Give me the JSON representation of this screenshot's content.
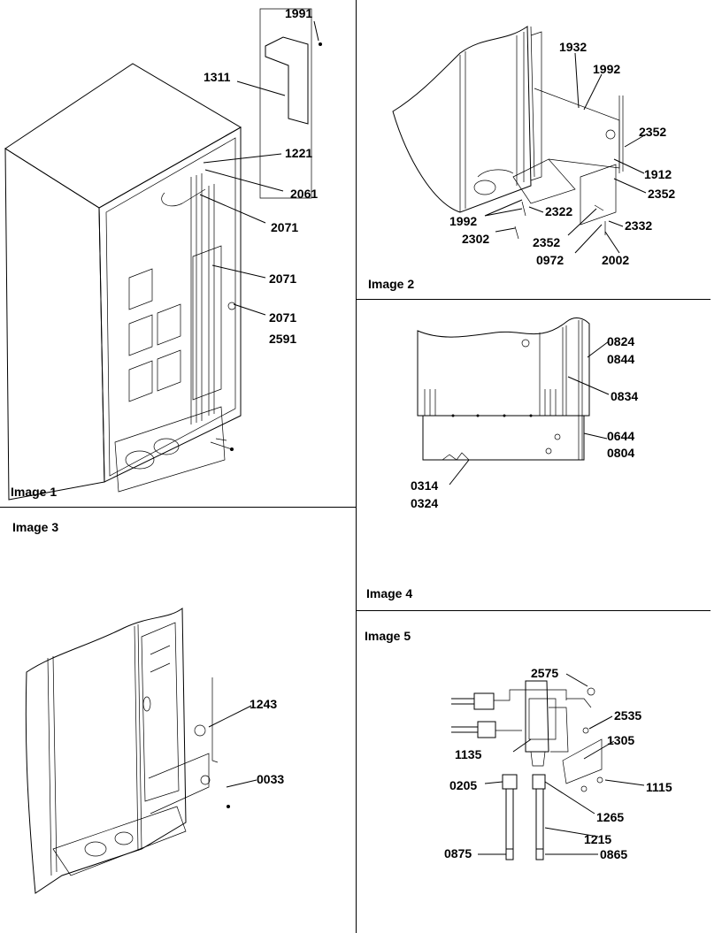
{
  "panels": [
    {
      "title": "Image 1",
      "labels": [
        "1991",
        "1311",
        "1221",
        "2061",
        "2071",
        "2071",
        "2071",
        "2591"
      ]
    },
    {
      "title": "Image 2",
      "labels": [
        "1932",
        "1992",
        "2352",
        "1912",
        "2352",
        "1992",
        "2322",
        "2302",
        "2352",
        "0972",
        "2332",
        "2002"
      ]
    },
    {
      "title": "Image 3",
      "labels": [
        "1243",
        "0033"
      ]
    },
    {
      "title": "Image 4",
      "labels": [
        "0824",
        "0844",
        "0834",
        "0644",
        "0804",
        "0314",
        "0324"
      ]
    },
    {
      "title": "Image 5",
      "labels": [
        "2575",
        "2535",
        "1305",
        "1135",
        "1115",
        "0205",
        "1265",
        "1215",
        "0875",
        "0865"
      ]
    }
  ]
}
